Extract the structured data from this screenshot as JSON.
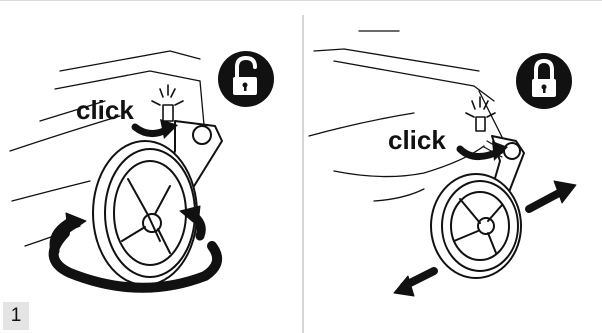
{
  "step": {
    "number": "1"
  },
  "panels": [
    {
      "id": "swivel",
      "label": "click",
      "lock_icon": "unlock-icon",
      "arrows": "rotation-arrows"
    },
    {
      "id": "fixed",
      "label": "click",
      "lock_icon": "lock-icon",
      "arrows": "straight-arrows"
    }
  ],
  "colors": {
    "ink": "#111111",
    "divider": "#d6d6d6",
    "badge": "#e4e4e4"
  }
}
